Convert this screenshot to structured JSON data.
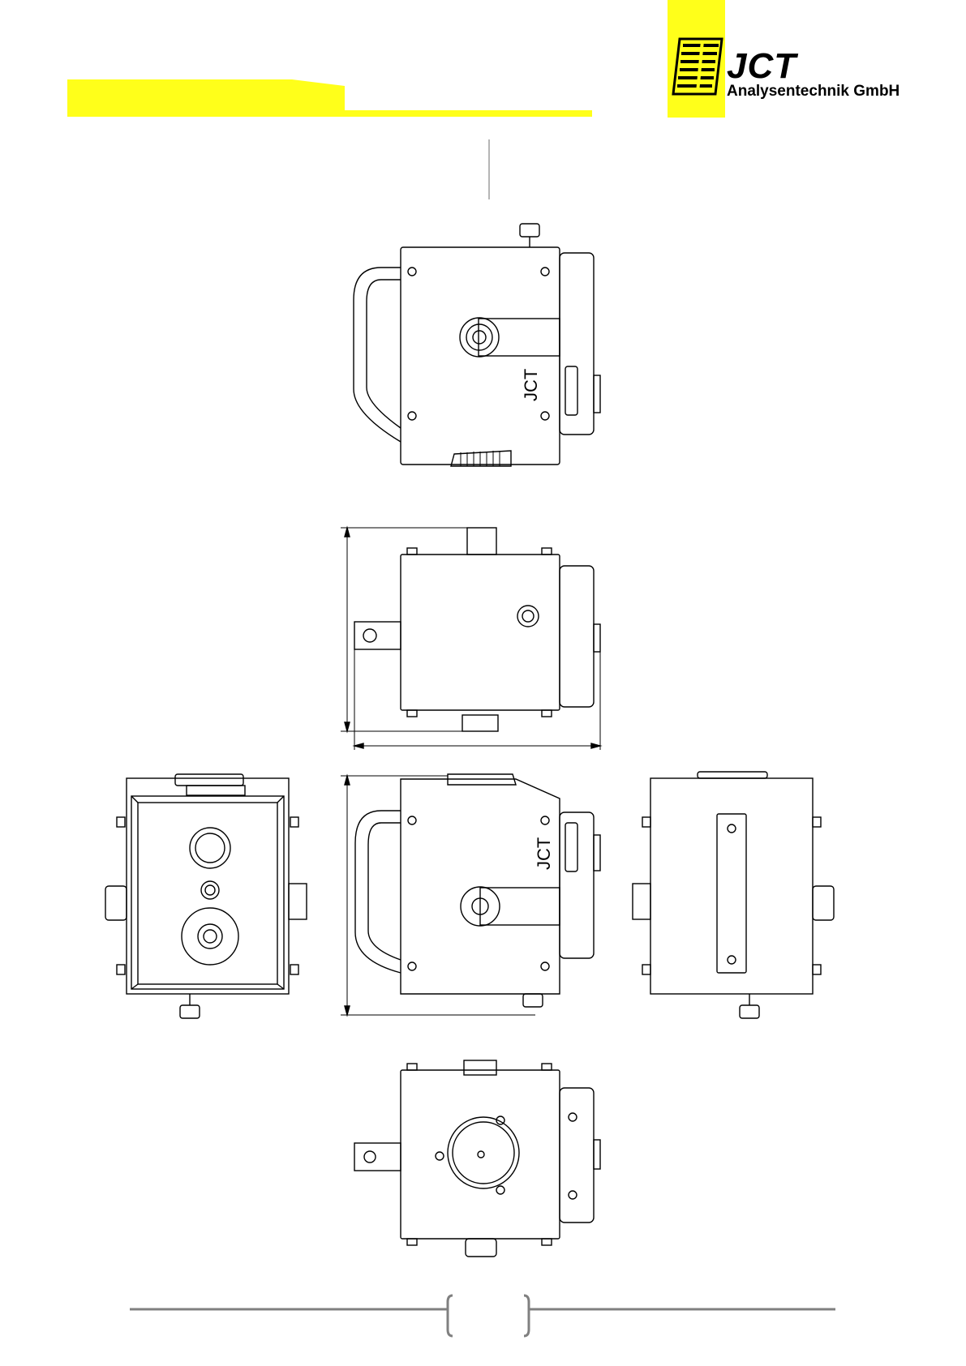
{
  "logo": {
    "name": "JCT",
    "subtitle": "Analysentechnik GmbH",
    "mark": "jct-stripe-logo",
    "accent": "#ffff1a"
  },
  "header": {
    "accent": "#ffff1a"
  },
  "drawing": {
    "label": "JCT",
    "views": [
      "top-view-label-panel",
      "side-view-left-dimensioned",
      "front-connector-panel",
      "side-view-front-dimensioned",
      "rear-view-with-bracket",
      "bottom-view-mount-plate"
    ],
    "line_color": "#000000"
  },
  "footer": {
    "page_number": ""
  }
}
